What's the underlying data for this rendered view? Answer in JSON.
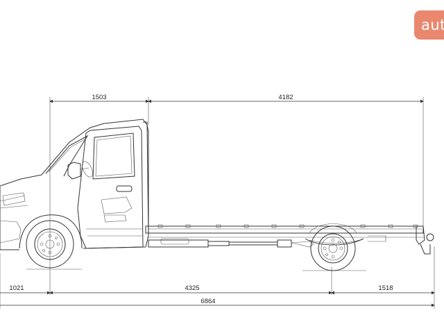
{
  "badge": {
    "text": "auto",
    "color": "#e9886f"
  },
  "dimensions": {
    "cab_length": "1503",
    "body_length": "4182",
    "front_overhang": "1021",
    "wheelbase": "4325",
    "rear_overhang": "1518",
    "overall_length": "6864"
  },
  "colors": {
    "line": "#333333",
    "background": "#ffffff"
  }
}
